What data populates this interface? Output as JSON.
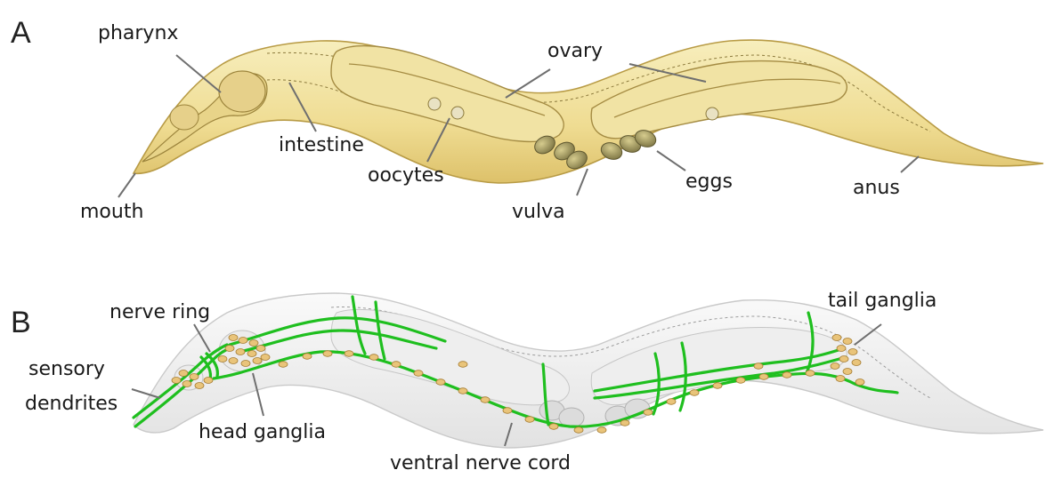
{
  "panels": [
    {
      "letter": "A",
      "labels": {
        "pharynx": "pharynx",
        "ovary": "ovary",
        "intestine": "intestine",
        "oocytes": "oocytes",
        "eggs": "eggs",
        "mouth": "mouth",
        "vulva": "vulva",
        "anus": "anus"
      }
    },
    {
      "letter": "B",
      "labels": {
        "nerve_ring": "nerve ring",
        "tail_ganglia": "tail ganglia",
        "sensory": "sensory",
        "dendrites": "dendrites",
        "head_ganglia": "head ganglia",
        "ventral_nerve_cord": "ventral nerve cord"
      }
    }
  ],
  "colors": {
    "worm_fill": "#f3e3a0",
    "worm_outline": "#b89b45",
    "nerve": "#1fbf1f",
    "neuron": "#e9c47a",
    "ghost_fill": "#efefef"
  }
}
